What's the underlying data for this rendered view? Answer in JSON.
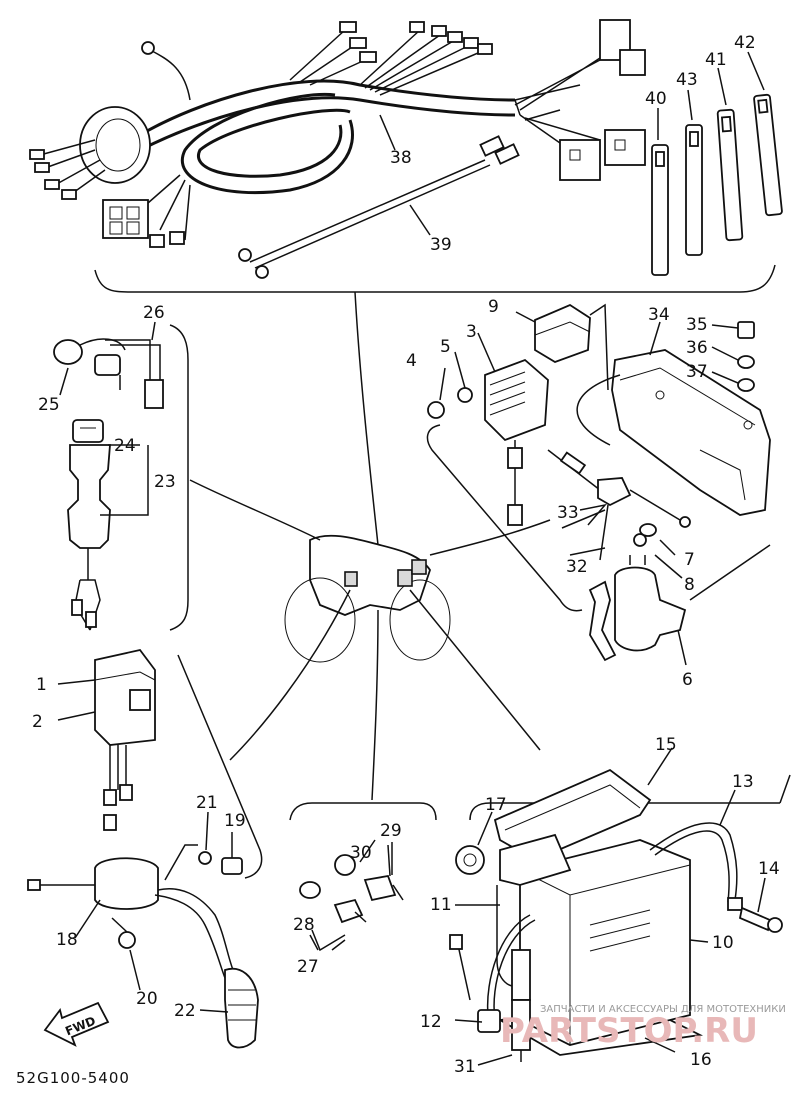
{
  "diagram": {
    "code": "52G100-5400",
    "fwd_label": "FWD",
    "watermark_text": "ЗАПЧАСТИ И АКСЕССУАРЫ ДЛЯ МОТОТЕХНИКИ",
    "watermark_brand": "PARTSTOP.RU",
    "labels": {
      "l1": "1",
      "l2": "2",
      "l3": "3",
      "l4": "4",
      "l5": "5",
      "l6": "6",
      "l7": "7",
      "l8": "8",
      "l9": "9",
      "l10": "10",
      "l11": "11",
      "l12": "12",
      "l13": "13",
      "l14": "14",
      "l15": "15",
      "l16": "16",
      "l17": "17",
      "l18": "18",
      "l19": "19",
      "l20": "20",
      "l21": "21",
      "l22": "22",
      "l23": "23",
      "l24": "24",
      "l25": "25",
      "l26": "26",
      "l27": "27",
      "l28": "28",
      "l29": "29",
      "l30": "30",
      "l31": "31",
      "l32": "32",
      "l33": "33",
      "l34": "34",
      "l35": "35",
      "l36": "36",
      "l37": "37",
      "l38": "38",
      "l39": "39",
      "l40": "40",
      "l41": "41",
      "l42": "42",
      "l43": "43"
    }
  }
}
